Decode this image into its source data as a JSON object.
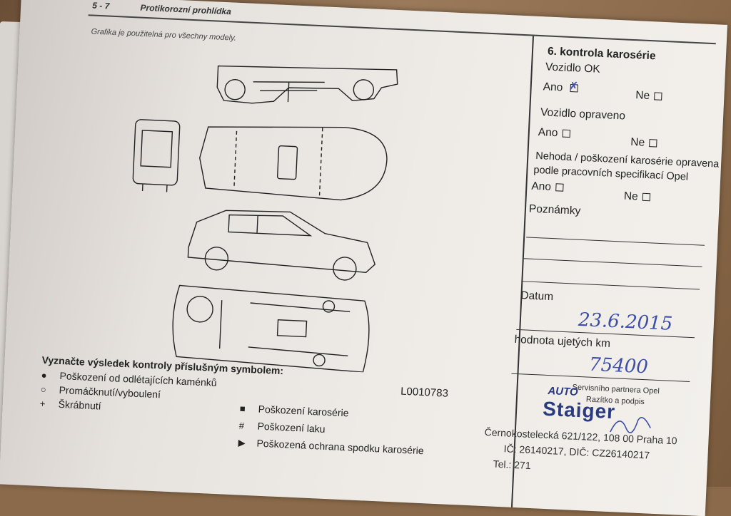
{
  "header": {
    "page_number": "5 - 7",
    "title": "Protikorozní prohlídka"
  },
  "subtitle": "Grafika je použitelná pro všechny modely.",
  "figure_code": "L0010783",
  "legend": {
    "title": "Vyznačte výsledek kontroly příslušným symbolem:",
    "items_left": [
      {
        "symbol": "●",
        "label": "Poškození od odlétajících kaménků"
      },
      {
        "symbol": "○",
        "label": "Promáčknutí/vyboulení"
      },
      {
        "symbol": "+",
        "label": "Škrábnutí"
      }
    ],
    "items_right": [
      {
        "symbol": "■",
        "label": "Poškození karosérie"
      },
      {
        "symbol": "#",
        "label": "Poškození laku"
      },
      {
        "symbol": "▶",
        "label": "Poškozená ochrana spodku karosérie"
      }
    ]
  },
  "check": {
    "title": "6. kontrola karosérie",
    "q1": "Vozidlo OK",
    "q2": "Vozidlo opraveno",
    "q3_line1": "Nehoda / poškození karosérie opravena",
    "q3_line2": "podle pracovních specifikací Opel",
    "yes": "Ano",
    "no": "Ne",
    "notes_label": "Poznámky",
    "date_label": "Datum",
    "date_value": "23.6.2015",
    "mileage_label": "hodnota ujetých km",
    "mileage_value": "75400",
    "partner_label": "Servisního partnera Opel",
    "sign_label": "Razítko a podpis"
  },
  "stamp": {
    "brand_top": "AUTO",
    "brand": "Staiger",
    "address": "Černokostelecká 621/122, 108 00 Praha 10",
    "ids": "IČ: 26140217, DIČ: CZ26140217",
    "tel": "Tel.: 271"
  },
  "colors": {
    "ink": "#3c4ea8",
    "stamp": "#2a3a80",
    "paper": "#efebe7"
  }
}
